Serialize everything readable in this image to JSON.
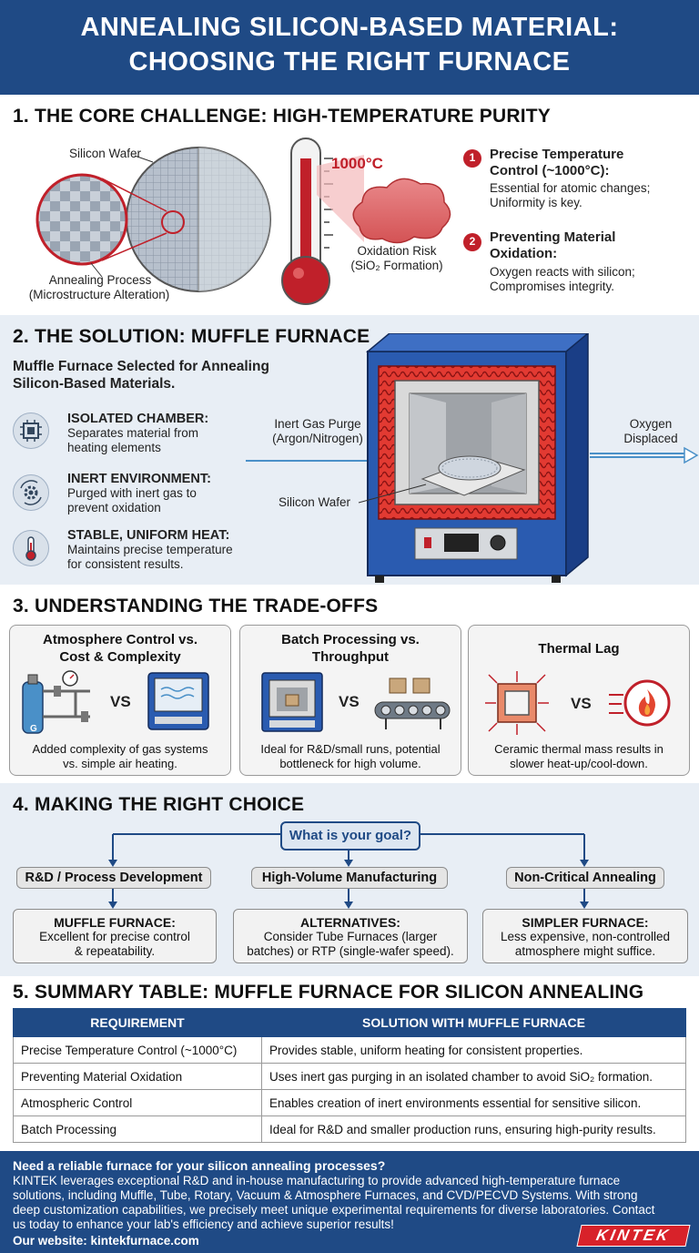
{
  "title": {
    "line1": "ANNEALING SILICON-BASED MATERIAL:",
    "line2": "CHOOSING THE RIGHT FURNACE"
  },
  "colors": {
    "brand_blue": "#1f4a85",
    "accent_red": "#c0202a",
    "panel_blue": "#e8eef5"
  },
  "section1": {
    "title": "1. THE CORE CHALLENGE: HIGH-TEMPERATURE PURITY",
    "wafer_label": "Silicon Wafer",
    "process_label_1": "Annealing Process",
    "process_label_2": "(Microstructure Alteration)",
    "temp_label": "1000°C",
    "oxidation_1": "Oxidation Risk",
    "oxidation_2": "(SiO₂ Formation)",
    "points": [
      {
        "num": "1",
        "title_1": "Precise Temperature",
        "title_2": "Control (~1000°C):",
        "desc_1": "Essential for atomic changes;",
        "desc_2": "Uniformity is key."
      },
      {
        "num": "2",
        "title_1": "Preventing Material",
        "title_2": "Oxidation:",
        "desc_1": "Oxygen reacts with silicon;",
        "desc_2": "Compromises integrity."
      }
    ]
  },
  "section2": {
    "title": "2. THE SOLUTION: MUFFLE FURNACE",
    "subtitle_1": "Muffle Furnace Selected for Annealing",
    "subtitle_2": "Silicon-Based Materials.",
    "features": [
      {
        "icon": "chamber-chip-icon",
        "title": "ISOLATED CHAMBER:",
        "desc_1": "Separates material from",
        "desc_2": "heating elements"
      },
      {
        "icon": "gear-cycle-icon",
        "title": "INERT ENVIRONMENT:",
        "desc_1": "Purged with inert gas to",
        "desc_2": "prevent oxidation"
      },
      {
        "icon": "thermometer-icon",
        "title": "STABLE, UNIFORM HEAT:",
        "desc_1": "Maintains precise temperature",
        "desc_2": "for consistent results."
      }
    ],
    "gas_label_1": "Inert Gas Purge",
    "gas_label_2": "(Argon/Nitrogen)",
    "oxygen_label_1": "Oxygen",
    "oxygen_label_2": "Displaced",
    "wafer_label": "Silicon Wafer"
  },
  "section3": {
    "title": "3. UNDERSTANDING THE TRADE-OFFS",
    "vs": "VS",
    "cylinder_label": "G",
    "cards": [
      {
        "title_1": "Atmosphere Control vs.",
        "title_2": "Cost & Complexity",
        "cap_1": "Added complexity of gas systems",
        "cap_2": "vs. simple air heating."
      },
      {
        "title_1": "Batch Processing vs.",
        "title_2": "Throughput",
        "cap_1": "Ideal for R&D/small runs, potential",
        "cap_2": "bottleneck for high volume."
      },
      {
        "title_1": "Thermal Lag",
        "title_2": "",
        "cap_1": "Ceramic thermal mass results in",
        "cap_2": "slower heat-up/cool-down."
      }
    ]
  },
  "section4": {
    "title": "4. MAKING THE RIGHT CHOICE",
    "question": "What is your goal?",
    "branches": [
      {
        "goal": "R&D / Process Development",
        "result_title": "MUFFLE FURNACE:",
        "result_1": "Excellent for precise control",
        "result_2": "& repeatability."
      },
      {
        "goal": "High-Volume Manufacturing",
        "result_title": "ALTERNATIVES:",
        "result_1": "Consider Tube Furnaces (larger",
        "result_2": "batches) or RTP (single-wafer speed)."
      },
      {
        "goal": "Non-Critical Annealing",
        "result_title": "SIMPLER FURNACE:",
        "result_1": "Less expensive, non-controlled",
        "result_2": "atmosphere might suffice."
      }
    ]
  },
  "section5": {
    "title": "5. SUMMARY TABLE: MUFFLE FURNACE FOR SILICON ANNEALING",
    "headers": [
      "REQUIREMENT",
      "SOLUTION WITH MUFFLE FURNACE"
    ],
    "rows": [
      [
        "Precise Temperature Control (~1000°C)",
        "Provides stable, uniform heating for consistent properties."
      ],
      [
        "Preventing Material Oxidation",
        "Uses inert gas purging in an isolated chamber to avoid SiO₂ formation."
      ],
      [
        "Atmospheric Control",
        "Enables creation of inert environments essential for sensitive silicon."
      ],
      [
        "Batch Processing",
        "Ideal for R&D and smaller production runs, ensuring high-purity results."
      ]
    ]
  },
  "footer": {
    "headline": "Need a reliable furnace for your silicon annealing processes?",
    "body_1": "KINTEK leverages exceptional R&D and in-house manufacturing to provide advanced high-temperature furnace",
    "body_2": "solutions, including Muffle, Tube, Rotary, Vacuum & Atmosphere Furnaces, and CVD/PECVD Systems. With strong",
    "body_3": "deep customization capabilities, we precisely meet unique experimental requirements for diverse laboratories. Contact",
    "body_4": "us today to enhance your lab's efficiency and achieve superior results!",
    "website": "Our website: kintekfurnace.com",
    "logo": "KINTEK"
  }
}
